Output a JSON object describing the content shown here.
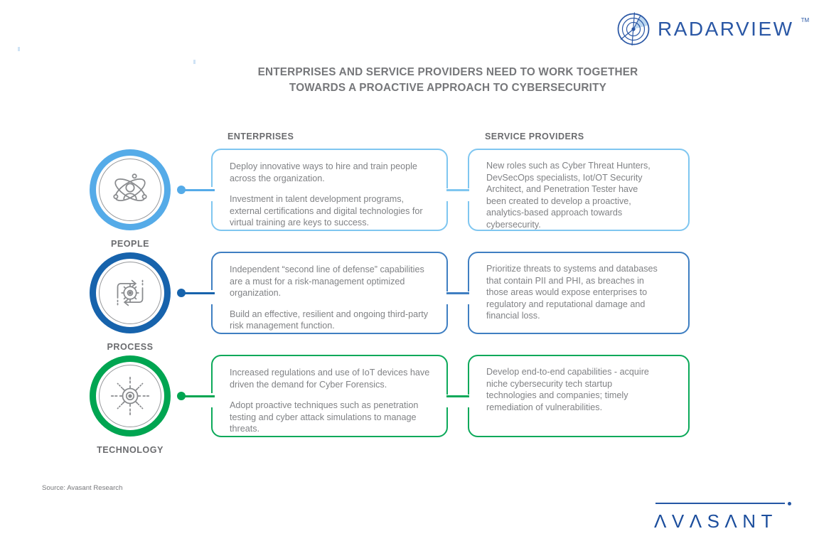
{
  "branding": {
    "radarview_text": "RADARVIEW",
    "radarview_tm": "TM",
    "avasant_text": "AVASANT",
    "logo_blue": "#2A57A5",
    "avasant_blue": "#1C4E9D"
  },
  "title": {
    "line1": "ENTERPRISES AND SERVICE PROVIDERS NEED TO WORK TOGETHER",
    "line2": "TOWARDS A PROACTIVE APPROACH TO CYBERSECURITY"
  },
  "column_headers": {
    "enterprises": "ENTERPRISES",
    "service_providers": "SERVICE PROVIDERS"
  },
  "rows": [
    {
      "label": "PEOPLE",
      "icon": "atom-person-icon",
      "accent_color": "#55ABE8",
      "box_border_color": "#7FC6F0",
      "enterprise": [
        "Deploy innovative ways to hire and train people across the organization.",
        "Investment in talent development programs, external certifications and digital technologies for virtual training are keys to success."
      ],
      "provider": [
        "New roles such as Cyber Threat Hunters, DevSecOps specialists, Iot/OT Security Architect, and Penetration Tester have been created to develop a proactive, analytics-based approach towards cybersecurity."
      ]
    },
    {
      "label": "PROCESS",
      "icon": "gear-cycle-icon",
      "accent_color": "#1763AC",
      "box_border_color": "#3F7FC2",
      "enterprise": [
        "Independent “second line of defense” capabilities are a must for a risk-management optimized organization.",
        "Build an effective, resilient and ongoing third-party risk management function."
      ],
      "provider": [
        "Prioritize threats to systems and databases that contain PII and PHI, as breaches in those areas would expose enterprises to regulatory and reputational damage and financial loss."
      ]
    },
    {
      "label": "TECHNOLOGY",
      "icon": "gear-network-icon",
      "accent_color": "#00A551",
      "box_border_color": "#0CA95A",
      "enterprise": [
        "Increased regulations and use of IoT devices have driven the demand for Cyber Forensics.",
        "Adopt proactive techniques such as penetration testing and cyber attack simulations to manage threats."
      ],
      "provider": [
        "Develop end-to-end capabilities - acquire niche cybersecurity tech startup technologies and companies; timely remediation of vulnerabilities."
      ]
    }
  ],
  "footer": {
    "source": "Source: Avasant Research"
  }
}
